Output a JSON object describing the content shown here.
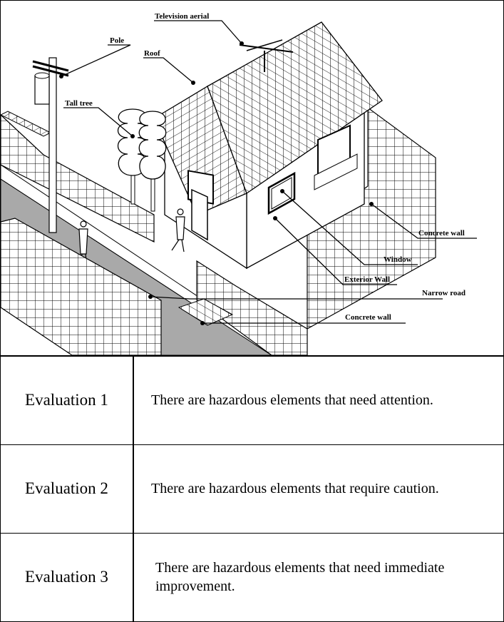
{
  "labels": {
    "television_aerial": "Television aerial",
    "pole": "Pole",
    "roof": "Roof",
    "tall_tree": "Tall tree",
    "concrete_wall_right": "Concrete wall",
    "window": "Window",
    "exterior_wall": "Exterior Wall",
    "narrow_road": "Narrow road",
    "concrete_wall_front": "Concrete wall"
  },
  "evaluations": [
    {
      "label": "Evaluation 1",
      "text": "There are hazardous elements that need attention."
    },
    {
      "label": "Evaluation 2",
      "text": "There are hazardous elements that require caution."
    },
    {
      "label": "Evaluation 3",
      "text": "There are hazardous elements that need immediate improvement."
    }
  ],
  "colors": {
    "road": "#a9a9a9",
    "line": "#000000",
    "background": "#ffffff"
  }
}
